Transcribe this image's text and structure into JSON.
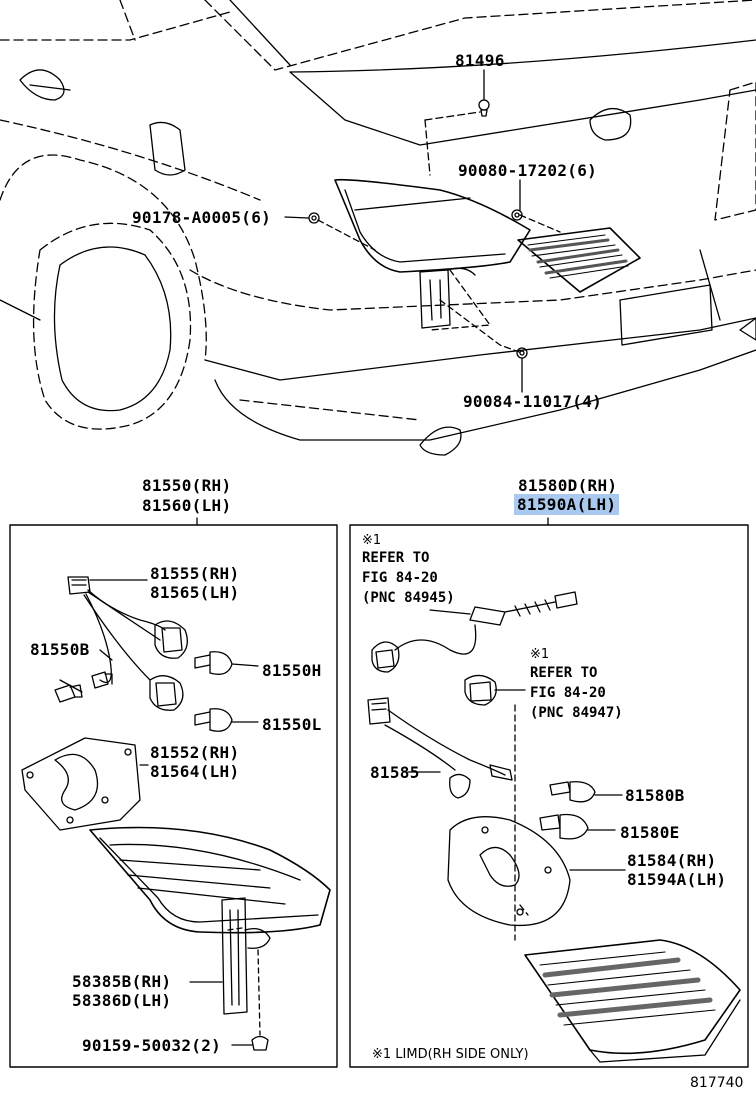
{
  "colors": {
    "line": "#000000",
    "highlight": "#a9c9ee"
  },
  "top": {
    "p81496": "81496",
    "p90080": "90080-17202(6)",
    "p90178": "90178-A0005(6)",
    "p90084": "90084-11017(4)"
  },
  "left": {
    "title_rh": "81550(RH)",
    "title_lh": "81560(LH)",
    "socket_rh": "81555(RH)",
    "socket_lh": "81565(LH)",
    "bulb_b": "81550B",
    "bulb_h": "81550H",
    "bulb_l": "81550L",
    "gasket_rh": "81552(RH)",
    "gasket_lh": "81564(LH)",
    "bracket_rh": "58385B(RH)",
    "bracket_lh": "58386D(LH)",
    "screw": "90159-50032(2)"
  },
  "right": {
    "title_rh": "81580D(RH)",
    "title_lh": "81590A(LH)",
    "note1_mark": "※1",
    "note1_l1": "REFER TO",
    "note1_l2": "FIG 84-20",
    "note1_l3": "(PNC 84945)",
    "note2_mark": "※1",
    "note2_l1": "REFER TO",
    "note2_l2": "FIG 84-20",
    "note2_l3": "(PNC 84947)",
    "wire": "81585",
    "bulb_b": "81580B",
    "bulb_e": "81580E",
    "gasket_rh": "81584(RH)",
    "gasket_lh": "81594A(LH)",
    "footnote": "※1  LIMD(RH SIDE ONLY)"
  },
  "figure_id": "817740"
}
